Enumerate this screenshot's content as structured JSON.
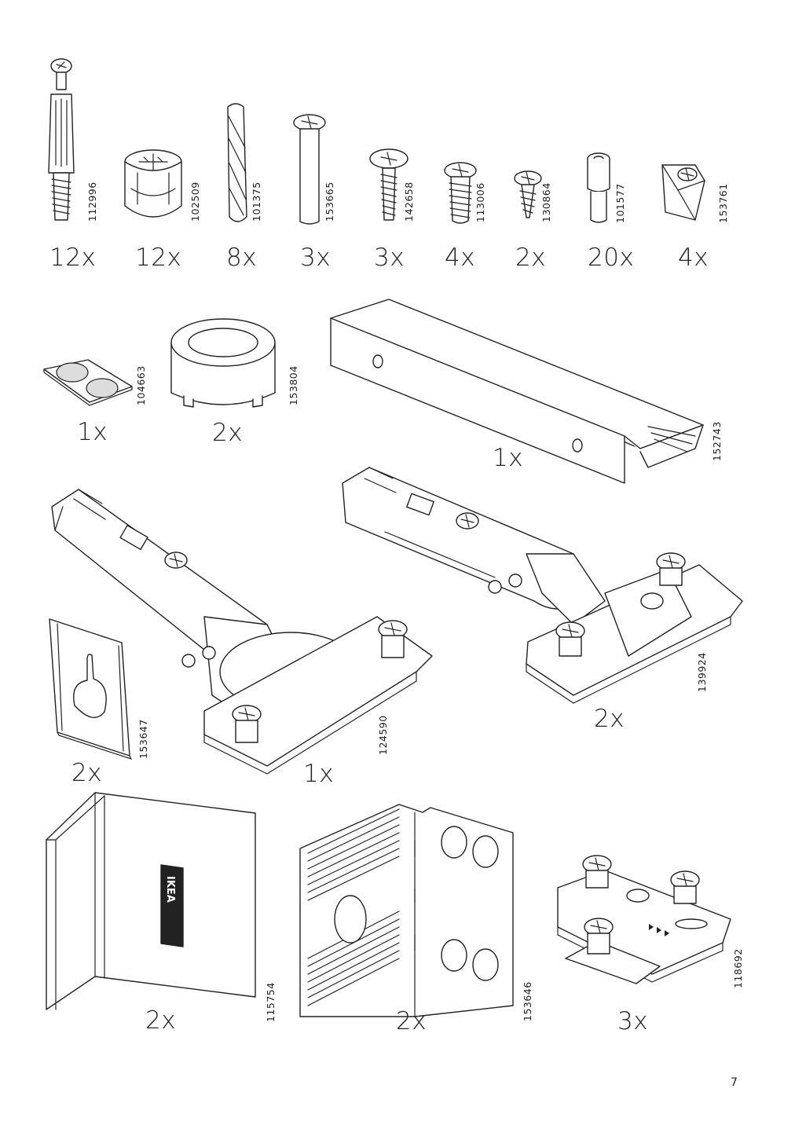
{
  "page_number": "7",
  "brand": "IKEA",
  "parts": [
    {
      "code": "112996",
      "qty": "12x",
      "icon": "cam-bolt-icon"
    },
    {
      "code": "102509",
      "qty": "12x",
      "icon": "cam-lock-icon"
    },
    {
      "code": "101375",
      "qty": "8x",
      "icon": "wooden-dowel-icon"
    },
    {
      "code": "153665",
      "qty": "3x",
      "icon": "long-screw-icon"
    },
    {
      "code": "142658",
      "qty": "3x",
      "icon": "machine-screw-icon"
    },
    {
      "code": "113006",
      "qty": "4x",
      "icon": "euro-screw-icon"
    },
    {
      "code": "130864",
      "qty": "2x",
      "icon": "small-screw-icon"
    },
    {
      "code": "101577",
      "qty": "20x",
      "icon": "shelf-pin-icon"
    },
    {
      "code": "153761",
      "qty": "4x",
      "icon": "corner-bracket-icon"
    },
    {
      "code": "104663",
      "qty": "1x",
      "icon": "bumper-pads-icon"
    },
    {
      "code": "153804",
      "qty": "2x",
      "icon": "cap-foot-icon"
    },
    {
      "code": "152743",
      "qty": "1x",
      "icon": "metal-rail-icon"
    },
    {
      "code": "153647",
      "qty": "2x",
      "icon": "keyhole-plate-icon"
    },
    {
      "code": "124590",
      "qty": "1x",
      "icon": "cabinet-hinge-icon"
    },
    {
      "code": "139924",
      "qty": "2x",
      "icon": "cabinet-hinge-icon"
    },
    {
      "code": "115754",
      "qty": "2x",
      "icon": "angle-bracket-icon"
    },
    {
      "code": "153646",
      "qty": "2x",
      "icon": "corner-plate-icon"
    },
    {
      "code": "118692",
      "qty": "3x",
      "icon": "mounting-plate-icon"
    }
  ]
}
